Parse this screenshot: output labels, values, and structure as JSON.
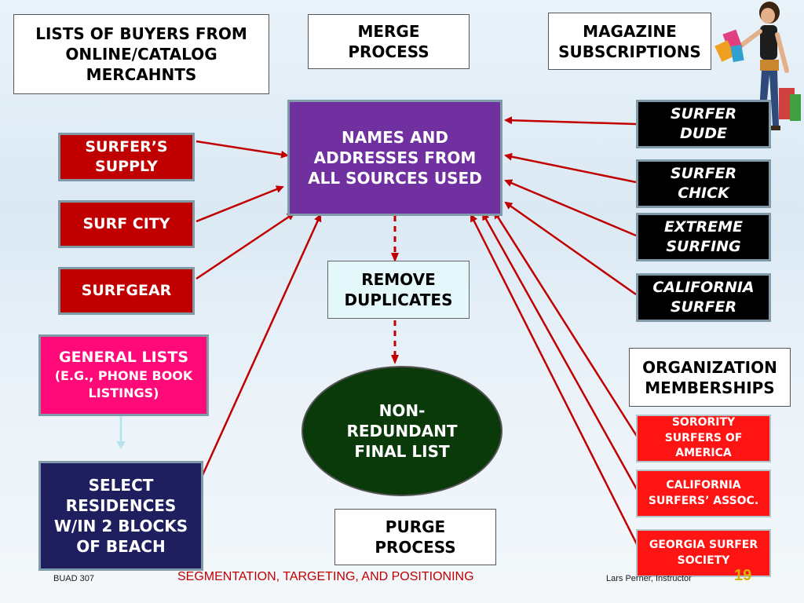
{
  "boxes": {
    "online_lists": "LISTS OF BUYERS FROM\nONLINE/CATALOG\nMERCAHNTS",
    "merge": "MERGE\nPROCESS",
    "magazine": "MAGAZINE\nSUBSCRIPTIONS",
    "names": "NAMES AND\nADDRESSES FROM\nALL SOURCES USED",
    "surfers_supply": "SURFER’S\nSUPPLY",
    "surf_city": "SURF CITY",
    "surfgear": "SURFGEAR",
    "general_title": "GENERAL LISTS",
    "general_sub": "(E.G., PHONE BOOK\nLISTINGS)",
    "select_res": "SELECT\nRESIDENCES\nW/IN 2 BLOCKS\nOF BEACH",
    "remove_dup": "REMOVE\nDUPLICATES",
    "non_redundant": "NON-\nREDUNDANT\nFINAL LIST",
    "purge": "PURGE\nPROCESS",
    "surfer_dude": "SURFER\nDUDE",
    "surfer_chick": "SURFER\nCHICK",
    "extreme": "EXTREME\nSURFING",
    "california_surfer": "CALIFORNIA\nSURFER",
    "org": "ORGANIZATION\nMEMBERSHIPS",
    "sorority": "SORORITY\nSURFERS OF\nAMERICA",
    "cal_assoc": "CALIFORNIA\nSURFERS’ ASSOC.",
    "georgia": "GEORGIA SURFER\nSOCIETY"
  },
  "footer": {
    "course": "BUAD 307",
    "title": "SEGMENTATION, TARGETING, AND POSITIONING",
    "instructor": "Lars Perner, Instructor",
    "page": "19"
  },
  "colors": {
    "arrow": "#c00000",
    "title_accent": "#c00000",
    "page_number": "#d8b000"
  },
  "icons": {
    "shopper": "shopper-illustration"
  }
}
